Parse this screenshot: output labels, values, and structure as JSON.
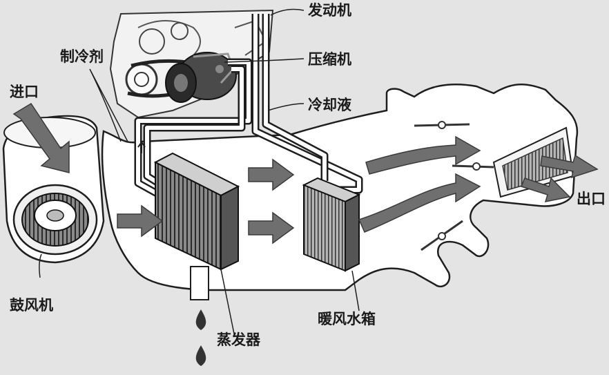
{
  "labels": {
    "engine": "发动机",
    "compressor": "压缩机",
    "refrigerant": "制冷剂",
    "coolant": "冷却液",
    "inlet": "进口",
    "outlet": "出口",
    "blower": "鼓风机",
    "evaporator": "蒸发器",
    "heater_core": "暖风水箱"
  },
  "colors": {
    "background": "#e4e4e4",
    "duct": "#ffffff",
    "arrow": "#6f6f6f",
    "component_dark": "#3a3a3a",
    "outline": "#1e1e1e"
  }
}
